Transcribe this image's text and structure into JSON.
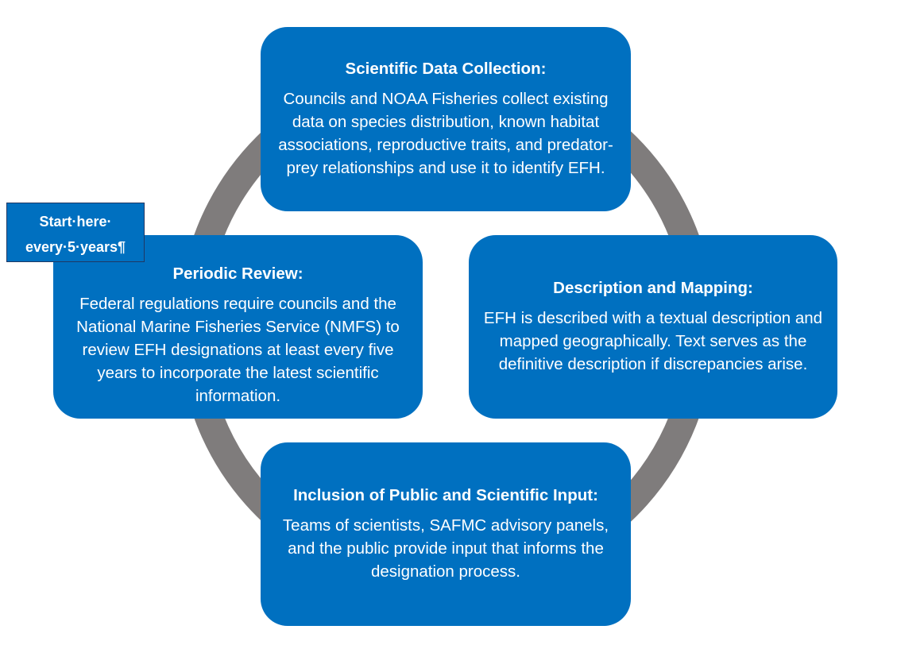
{
  "colors": {
    "box_fill": "#0070c0",
    "ring": "#7f7c7c",
    "text": "#ffffff"
  },
  "start_label": {
    "line1": "Start·here·",
    "line2": "every·5·years¶"
  },
  "stages": {
    "top": {
      "title": "Scientific Data Collection:",
      "body": "Councils and NOAA Fisheries collect existing data on species distribution, known habitat associations, reproductive traits, and predator-prey relationships and use it to identify EFH."
    },
    "right": {
      "title": "Description and Mapping:",
      "body": "EFH is described with a textual description and mapped geographically. Text serves as the definitive description if discrepancies arise."
    },
    "bottom": {
      "title": "Inclusion of Public and Scientific Input:",
      "body": "Teams of scientists, SAFMC advisory panels, and the public provide input that informs the designation process."
    },
    "left": {
      "title": "Periodic Review:",
      "body": "Federal regulations require councils and the National Marine Fisheries Service (NMFS) to review EFH designations at least every five years to incorporate the latest scientific information."
    }
  }
}
